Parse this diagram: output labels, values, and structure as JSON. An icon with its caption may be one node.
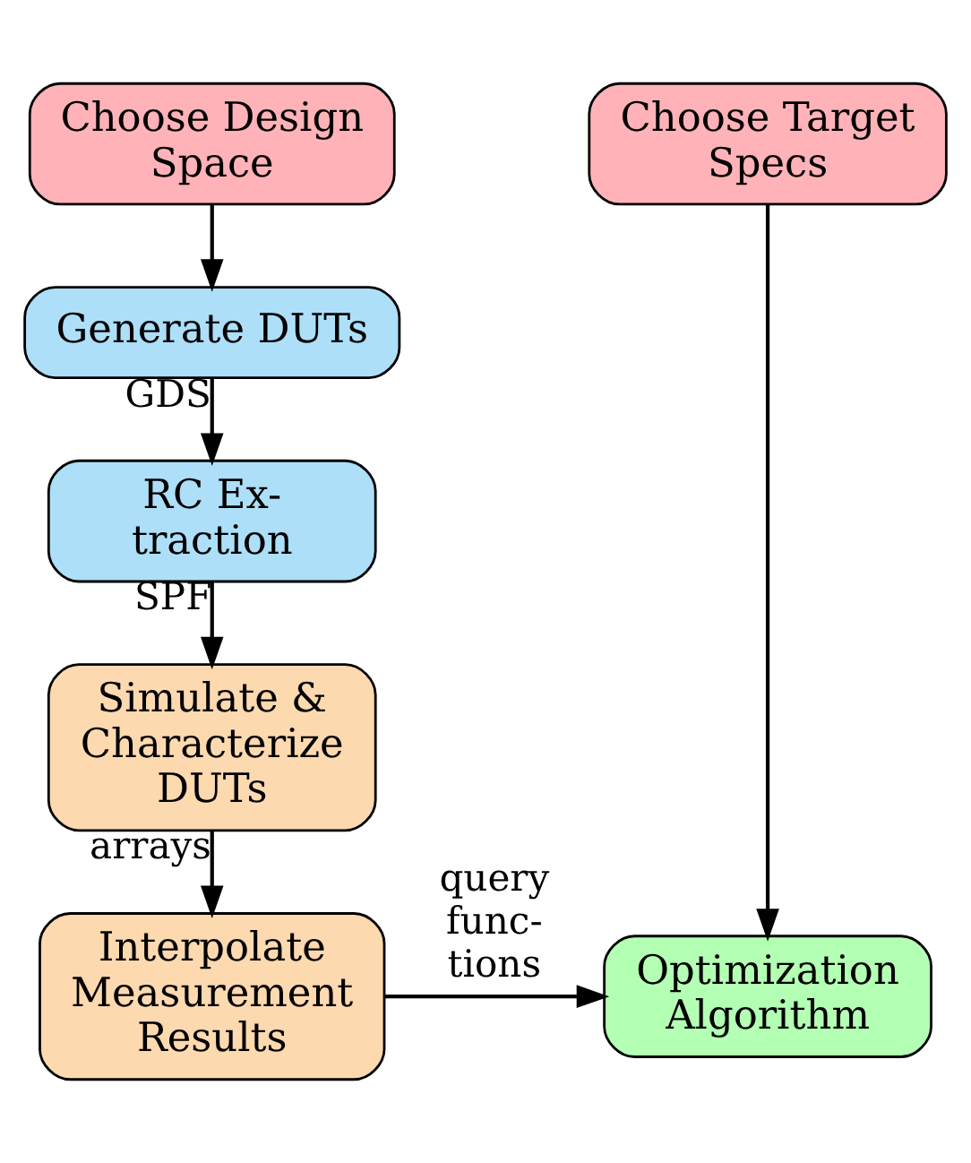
{
  "diagram": {
    "nodes": [
      {
        "text": [
          "Choose Design Space"
        ]
      },
      {
        "text": [
          "Choose Target Specs"
        ]
      },
      {
        "text": [
          "Generate DUTs"
        ]
      },
      {
        "text": [
          "RC Ex- traction"
        ]
      },
      {
        "text": [
          "Simulate & Characterize DUTs"
        ]
      },
      {
        "text": [
          "Interpolate Measurement Results"
        ]
      },
      {
        "text": [
          "Optimization Algorithm"
        ]
      }
    ],
    "edges": [
      {
        "from": 0,
        "to": 2,
        "arrow": "to"
      },
      {
        "from": 2,
        "to": 3,
        "arrow": "to",
        "label": "GDS"
      },
      {
        "from": 3,
        "to": 4,
        "arrow": "to",
        "label": "SPF"
      },
      {
        "from": 4,
        "to": 5,
        "arrow": "to",
        "label": "arrays"
      },
      {
        "from": 5,
        "to": 6,
        "arrow": "to",
        "label": "query func- tions"
      },
      {
        "from": 1,
        "to": 6,
        "arrow": "to"
      }
    ]
  }
}
